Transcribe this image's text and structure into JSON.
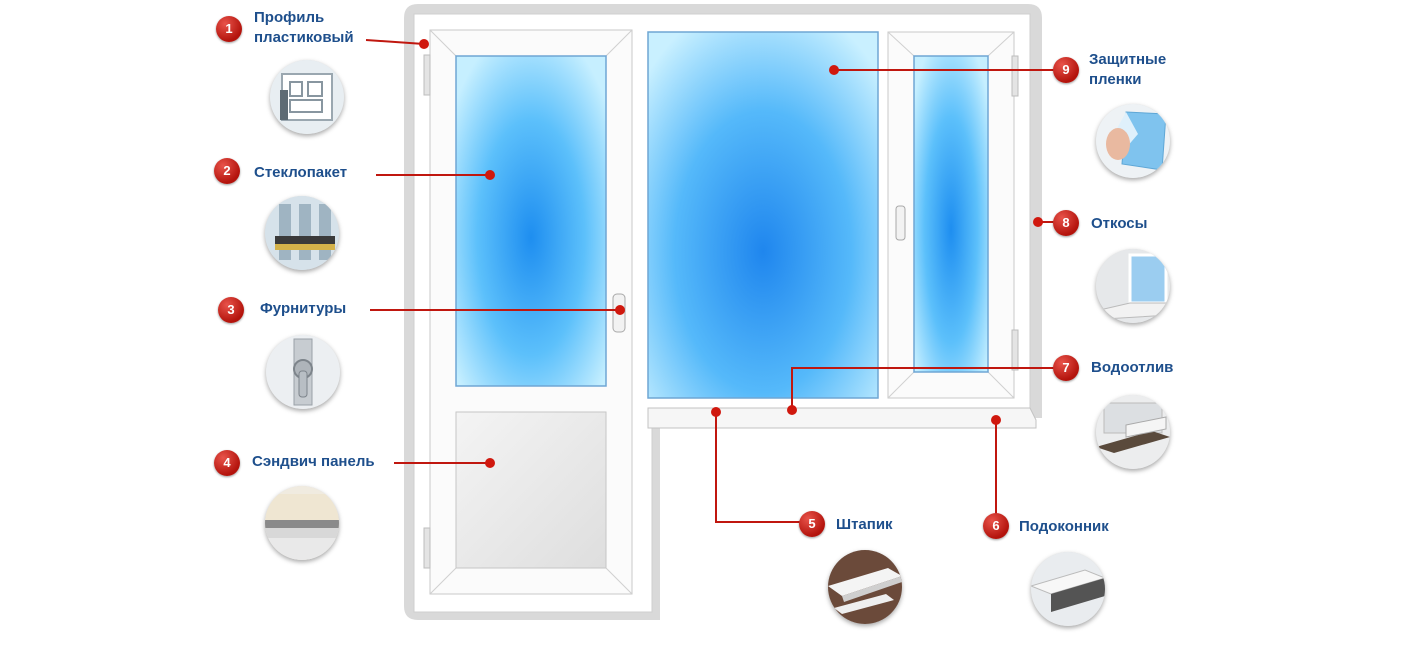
{
  "callouts": [
    {
      "num": "1",
      "title": "Профиль пластиковый",
      "lines": [
        "Профиль",
        "пластиковый"
      ],
      "thumb_icon": "pvc-profile-section-icon"
    },
    {
      "num": "2",
      "title": "Стеклопакет",
      "lines": [
        "Стеклопакет"
      ],
      "thumb_icon": "glass-unit-section-icon"
    },
    {
      "num": "3",
      "title": "Фурнитуры",
      "lines": [
        "Фурнитуры"
      ],
      "thumb_icon": "window-fittings-icon"
    },
    {
      "num": "4",
      "title": "Сэндвич панель",
      "lines": [
        "Сэндвич панель"
      ],
      "thumb_icon": "sandwich-panel-icon"
    },
    {
      "num": "5",
      "title": "Штапик",
      "lines": [
        "Штапик"
      ],
      "thumb_icon": "glazing-bead-icon"
    },
    {
      "num": "6",
      "title": "Подоконник",
      "lines": [
        "Подоконник"
      ],
      "thumb_icon": "window-sill-icon"
    },
    {
      "num": "7",
      "title": "Водоотлив",
      "lines": [
        "Водоотлив"
      ],
      "thumb_icon": "drip-cap-icon"
    },
    {
      "num": "8",
      "title": "Откосы",
      "lines": [
        "Откосы"
      ],
      "thumb_icon": "window-slopes-icon"
    },
    {
      "num": "9",
      "title": "Защитные пленки",
      "lines": [
        "Защитные",
        "пленки"
      ],
      "thumb_icon": "protective-film-icon"
    }
  ],
  "colors": {
    "label_text": "#1e4f8c",
    "badge": "#c0170f",
    "leader_line": "#c0170f",
    "glass_light": "#bfeaff",
    "glass_dark": "#1e8ef0",
    "frame": "#ffffff",
    "wall": "#d9d9d9"
  }
}
